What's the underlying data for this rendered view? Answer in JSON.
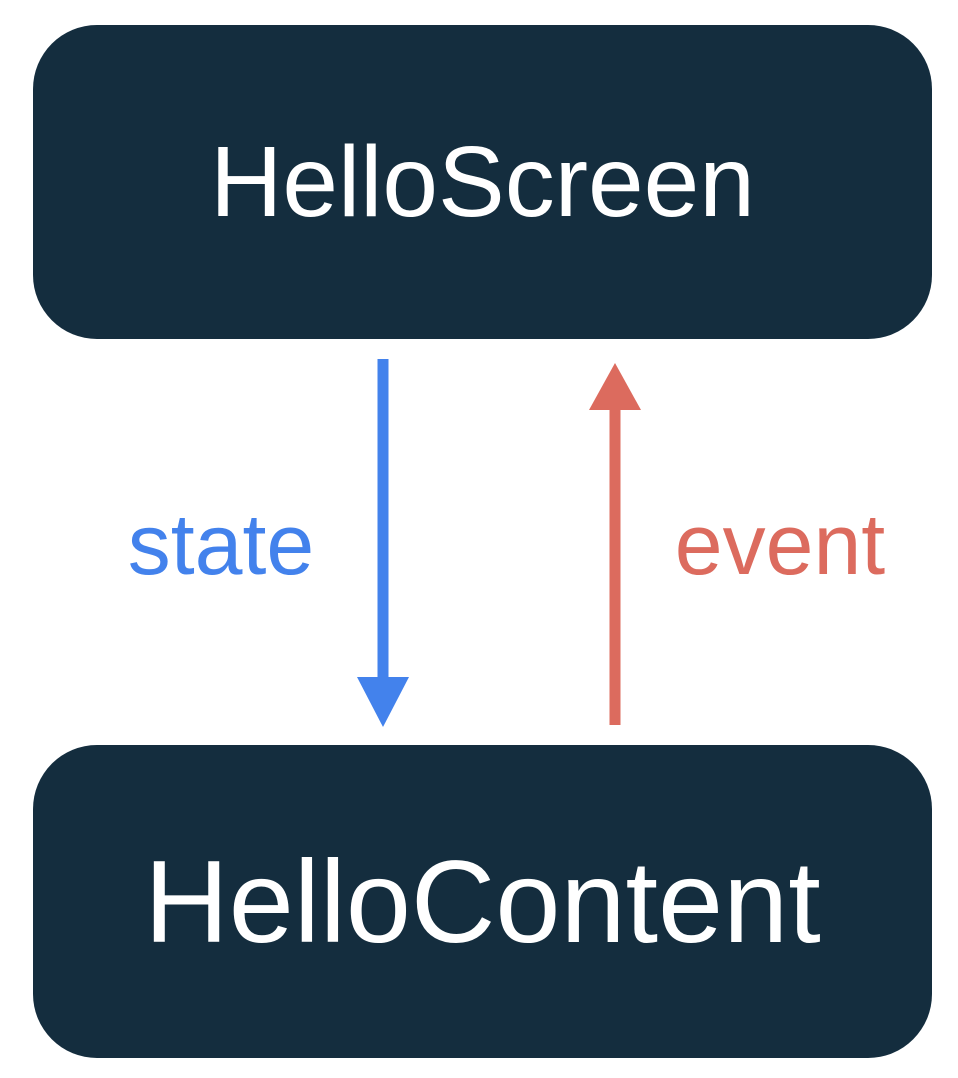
{
  "diagram": {
    "title": "unidirectional-data-flow",
    "boxes": {
      "top": {
        "label": "HelloScreen"
      },
      "bottom": {
        "label": "HelloContent"
      }
    },
    "labels": {
      "state": "state",
      "event": "event"
    },
    "arrows": {
      "state": {
        "direction": "down",
        "from": "HelloScreen",
        "to": "HelloContent"
      },
      "event": {
        "direction": "up",
        "from": "HelloContent",
        "to": "HelloScreen"
      }
    },
    "colors": {
      "background": "#ffffff",
      "box_bg": "#142D3E",
      "box_text": "#ffffff",
      "state_blue": "#4382EC",
      "event_red": "#DC6B5E"
    }
  }
}
